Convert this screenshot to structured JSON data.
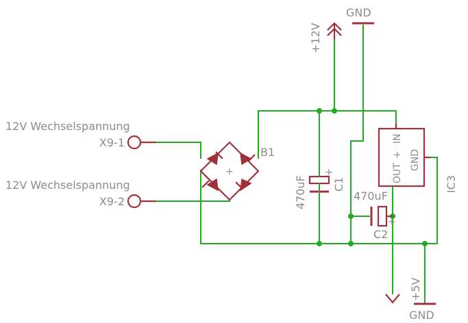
{
  "labels": {
    "x91_desc": "12V Wechselspannung",
    "x91_name": "X9-1",
    "x92_desc": "12V Wechselspannung",
    "x92_name": "X9-2",
    "b1": "B1",
    "c1_value": "470uF",
    "c1_name": "C1",
    "c2_value": "470uF",
    "c2_name": "C2",
    "ic3_name": "IC3",
    "ic3_out": "OUT",
    "ic3_in": "IN",
    "ic3_gnd": "GND",
    "ic3_plus": "+",
    "plus12v": "+12V",
    "gnd_top": "GND",
    "plus5v": "+5V",
    "gnd_bottom": "GND",
    "bridge_plus": "+",
    "bridge_minus": "-"
  },
  "colors": {
    "wire": "#22aa22",
    "symbol": "#a0303a",
    "label": "#8c8c8c"
  }
}
